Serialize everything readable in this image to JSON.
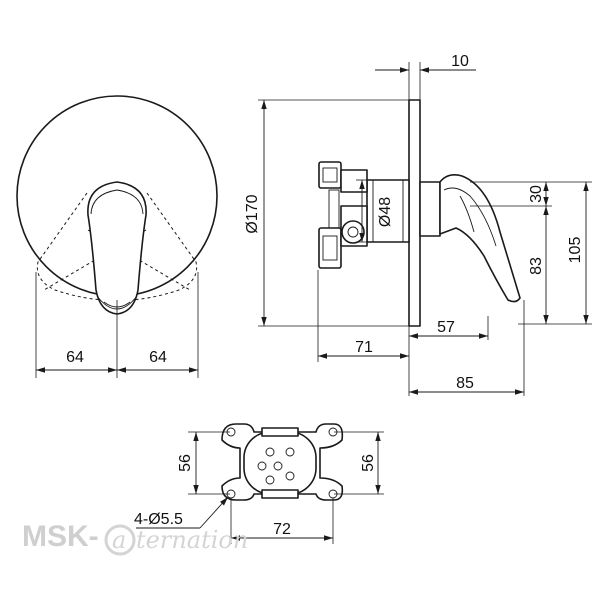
{
  "dimensions": {
    "front_left_width": "64",
    "front_right_width": "64",
    "cover_thickness": "10",
    "cover_diameter": "Ø170",
    "body_diameter": "Ø48",
    "handle_top": "30",
    "handle_height": "83",
    "total_height": "105",
    "handle_projection": "57",
    "body_depth": "71",
    "total_depth": "85",
    "bracket_height_left": "56",
    "bracket_height_right": "56",
    "hole_spacing": "72",
    "mounting_holes": "4-Ø5.5"
  },
  "watermark": {
    "brand": "MSK-",
    "script": "ternation"
  },
  "colors": {
    "line": "#1a1a1a",
    "watermark": "#cfcfcf"
  }
}
